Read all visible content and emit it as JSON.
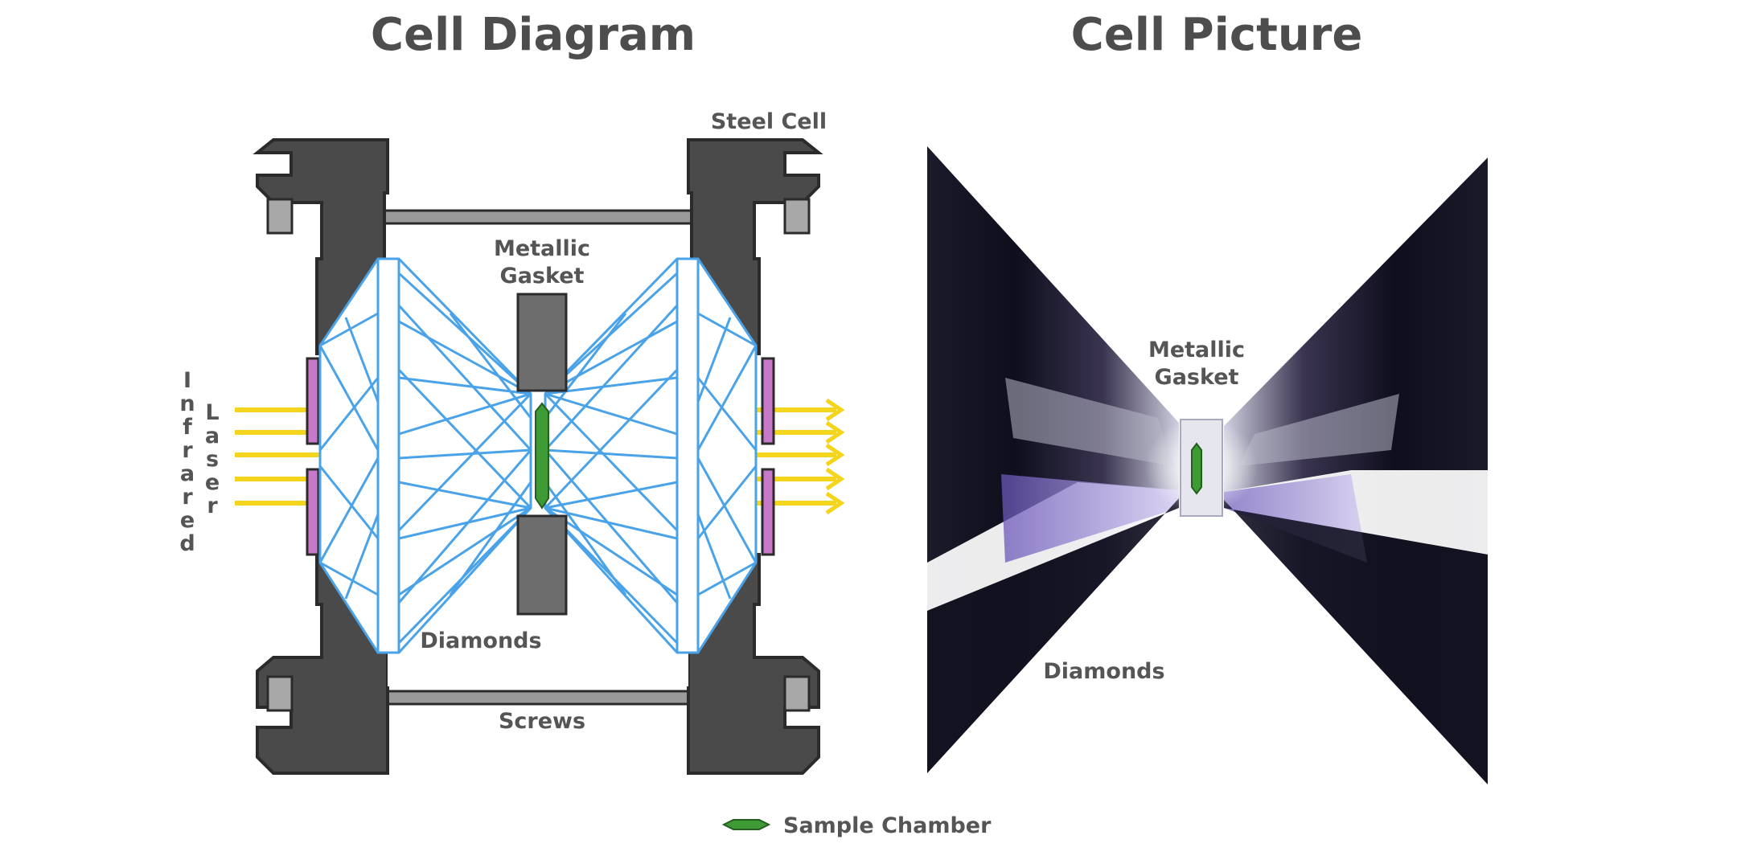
{
  "left_panel": {
    "title": "Cell Diagram",
    "labels": {
      "steel_cell": "Steel Cell",
      "gasket_line1": "Metallic",
      "gasket_line2": "Gasket",
      "diamonds": "Diamonds",
      "screws": "Screws",
      "infrared_letters": [
        "I",
        "n",
        "f",
        "r",
        "a",
        "r",
        "e",
        "d"
      ],
      "laser_letters": [
        "L",
        "a",
        "s",
        "e",
        "r"
      ]
    }
  },
  "right_panel": {
    "title": "Cell Picture",
    "labels": {
      "gasket_line1": "Metallic",
      "gasket_line2": "Gasket",
      "diamonds": "Diamonds"
    }
  },
  "legend": {
    "label": "Sample Chamber"
  },
  "colors": {
    "steel": "#4a4a4a",
    "steel_outline": "#2b2b2b",
    "diamond_lines": "#4aa3e8",
    "laser": "#f5d41c",
    "sample": "#3d9a35",
    "window": "#c878c8",
    "gasket": "#6d6d6d"
  }
}
